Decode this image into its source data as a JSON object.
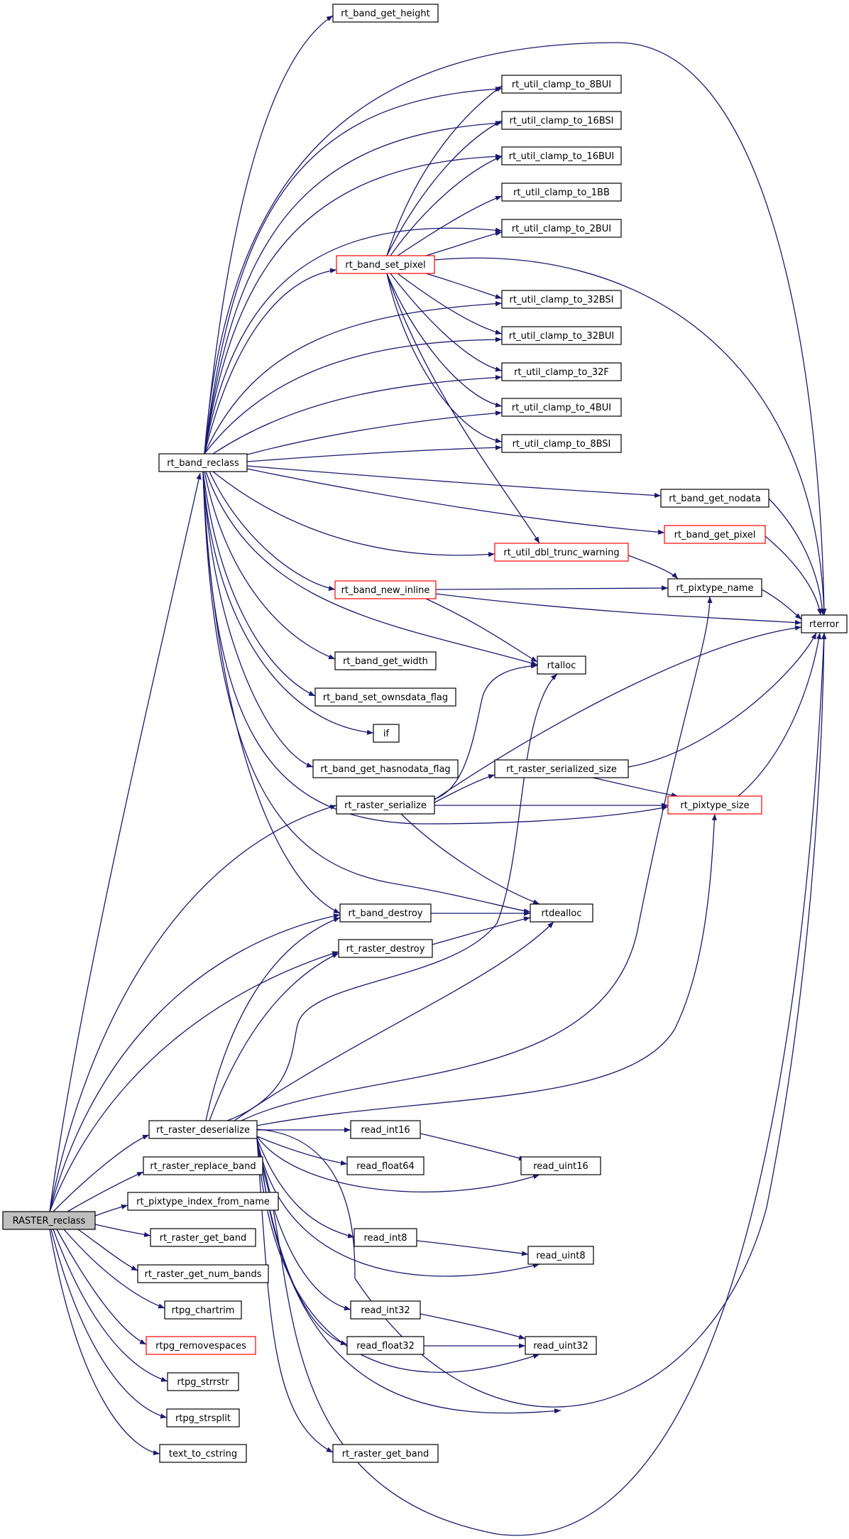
{
  "title": "",
  "colors": {
    "edge": "#191970",
    "red_border": "#ff0000",
    "root_fill": "#bfbfbf"
  },
  "nodes": {
    "RASTER_reclass": "RASTER_reclass",
    "rt_band_reclass": "rt_band_reclass",
    "rt_band_get_height": "rt_band_get_height",
    "rt_util_clamp_to_8BUI": "rt_util_clamp_to_8BUI",
    "rt_util_clamp_to_16BSI": "rt_util_clamp_to_16BSI",
    "rt_util_clamp_to_16BUI": "rt_util_clamp_to_16BUI",
    "rt_util_clamp_to_1BB": "rt_util_clamp_to_1BB",
    "rt_util_clamp_to_2BUI": "rt_util_clamp_to_2BUI",
    "rt_band_set_pixel": "rt_band_set_pixel",
    "rt_util_clamp_to_32BSI": "rt_util_clamp_to_32BSI",
    "rt_util_clamp_to_32BUI": "rt_util_clamp_to_32BUI",
    "rt_util_clamp_to_32F": "rt_util_clamp_to_32F",
    "rt_util_clamp_to_4BUI": "rt_util_clamp_to_4BUI",
    "rt_util_clamp_to_8BSI": "rt_util_clamp_to_8BSI",
    "rt_band_get_nodata": "rt_band_get_nodata",
    "rt_band_get_pixel": "rt_band_get_pixel",
    "rt_util_dbl_trunc_warning": "rt_util_dbl_trunc_warning",
    "rt_band_new_inline": "rt_band_new_inline",
    "rt_pixtype_name": "rt_pixtype_name",
    "rterror": "rterror",
    "rtalloc": "rtalloc",
    "rt_band_get_width": "rt_band_get_width",
    "rt_band_set_ownsdata_flag": "rt_band_set_ownsdata_flag",
    "if": "if",
    "rt_band_get_hasnodata_flag": "rt_band_get_hasnodata_flag",
    "rt_raster_serialized_size": "rt_raster_serialized_size",
    "rt_raster_serialize": "rt_raster_serialize",
    "rt_pixtype_size": "rt_pixtype_size",
    "rt_band_destroy": "rt_band_destroy",
    "rtdealloc": "rtdealloc",
    "rt_raster_destroy": "rt_raster_destroy",
    "rt_raster_deserialize": "rt_raster_deserialize",
    "read_int16": "read_int16",
    "read_float64": "read_float64",
    "read_uint16": "read_uint16",
    "rt_raster_replace_band": "rt_raster_replace_band",
    "rt_pixtype_index_from_name": "rt_pixtype_index_from_name",
    "rt_raster_get_band": "rt_raster_get_band",
    "read_int8": "read_int8",
    "read_uint8": "read_uint8",
    "rt_raster_get_num_bands": "rt_raster_get_num_bands",
    "rtpg_chartrim": "rtpg_chartrim",
    "read_int32": "read_int32",
    "rtpg_removespaces": "rtpg_removespaces",
    "read_float32": "read_float32",
    "read_uint32": "read_uint32",
    "rtpg_strrstr": "rtpg_strrstr",
    "rtpg_strsplit": "rtpg_strsplit",
    "rt_raster_get_band_2": "rt_raster_get_band",
    "text_to_cstring": "text_to_cstring"
  }
}
